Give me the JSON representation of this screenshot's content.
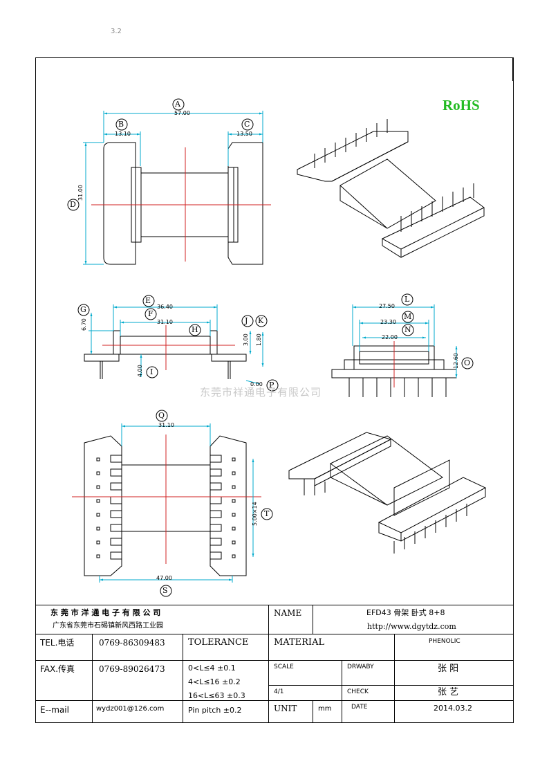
{
  "header_mark": "3.2",
  "rohs": "RoHS",
  "watermark": "东莞市祥通电子有限公司",
  "dims": {
    "A_val": "57.00",
    "B_val": "13.10",
    "C_val": "13.50",
    "D_val": "31.00",
    "E_val": "36.40",
    "F_val": "31.10",
    "G_val": "6.70",
    "J_val": "3.00",
    "K_val": "1.80",
    "I_val": "4.00",
    "P_val": "0.00",
    "L_val": "27.50",
    "M_val": "23.30",
    "N_val": "22.00",
    "O_val": "12.60",
    "Q_val": "31.10",
    "T_val": "5.00×14",
    "S_val": "47.00"
  },
  "labels": {
    "A": "A",
    "B": "B",
    "C": "C",
    "D": "D",
    "E": "E",
    "F": "F",
    "G": "G",
    "H": "H",
    "I": "I",
    "J": "J",
    "K": "K",
    "L": "L",
    "M": "M",
    "N": "N",
    "O": "O",
    "P": "P",
    "Q": "Q",
    "S": "S",
    "T": "T"
  },
  "title_block": {
    "company_name": "东 莞 市 洋 通 电 子 有 限 公 司",
    "company_address": "广东省东莞市石碣镇新风西路工业园",
    "name_label": "NAME",
    "name_value": "EFD43 骨架 卧式 8+8",
    "website": "http://www.dgytdz.com",
    "tel_label": "TEL.电话",
    "tel_value": "0769-86309483",
    "tolerance_label": "TOLERANCE",
    "material_label": "MATERIAL",
    "material_value": "PHENOLIC",
    "fax_label": "FAX.传真",
    "fax_value": "0769-89026473",
    "tol_1": "0<L≤4   ±0.1",
    "tol_2": "4<L≤16  ±0.2",
    "tol_3": "16<L≤63  ±0.3",
    "tol_4": "Pin pitch ±0.2",
    "scale_label": "SCALE",
    "scale_value": "4/1",
    "drawby_label": "DRWABY",
    "drawby_value": "张  阳",
    "check_label": "CHECK",
    "check_value": "张  艺",
    "email_label": "E--mail",
    "email_value": "wydz001@126.com",
    "unit_label": "UNIT",
    "unit_value": "mm",
    "date_label": "DATE",
    "date_value": "2014.03.2"
  }
}
